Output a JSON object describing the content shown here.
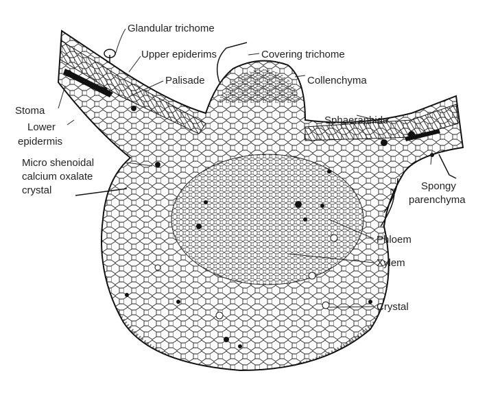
{
  "labels": {
    "glandular_trichome": "Glandular trichome",
    "upper_epidermis": "Upper epiderims",
    "covering_trichome": "Covering trichome",
    "palisade": "Palisade",
    "collenchyma": "Collenchyma",
    "stoma": "Stoma",
    "lower_epidermis_1": "Lower",
    "lower_epidermis_2": "epidermis",
    "sphaeraphide": "Sphaeraphide",
    "micro_1": "Micro shenoidal",
    "micro_2": "calcium oxalate",
    "micro_3": "crystal",
    "spongy_1": "Spongy",
    "spongy_2": "parenchyma",
    "phloem": "Phloem",
    "xylem": "Xylem",
    "crystal": "Crystal"
  }
}
